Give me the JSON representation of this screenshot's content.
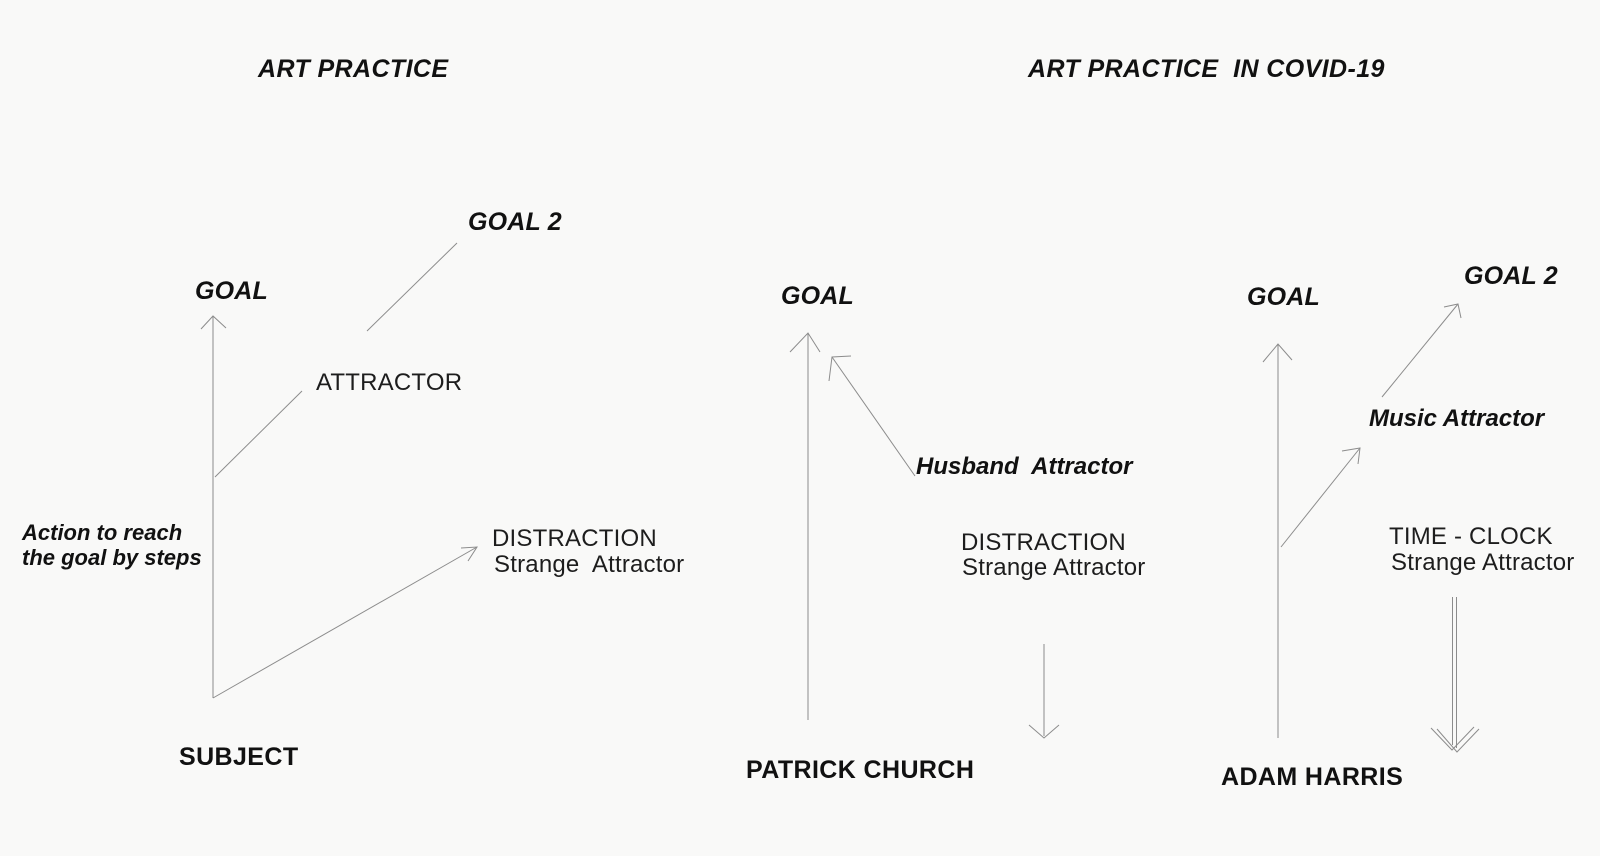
{
  "canvas": {
    "background": "#f9f9f8",
    "line_color": "#8c8c8c",
    "text_color": "#111111"
  },
  "left_diagram": {
    "title": "ART PRACTICE",
    "goal": "GOAL",
    "goal2": "GOAL 2",
    "attractor": "ATTRACTOR",
    "distraction": "DISTRACTION",
    "strange_attractor": "Strange  Attractor",
    "action_note_line1": "Action to reach",
    "action_note_line2": "the goal by steps",
    "subject": "SUBJECT"
  },
  "covid_section": {
    "title": "ART PRACTICE  IN COVID-19"
  },
  "middle_diagram": {
    "goal": "GOAL",
    "attractor": "Husband  Attractor",
    "distraction": "DISTRACTION",
    "strange_attractor": "Strange Attractor",
    "subject": "PATRICK CHURCH"
  },
  "right_diagram": {
    "goal": "GOAL",
    "goal2": "GOAL 2",
    "attractor": "Music Attractor",
    "distraction": "TIME - CLOCK",
    "strange_attractor": "Strange Attractor",
    "subject": "ADAM HARRIS"
  }
}
